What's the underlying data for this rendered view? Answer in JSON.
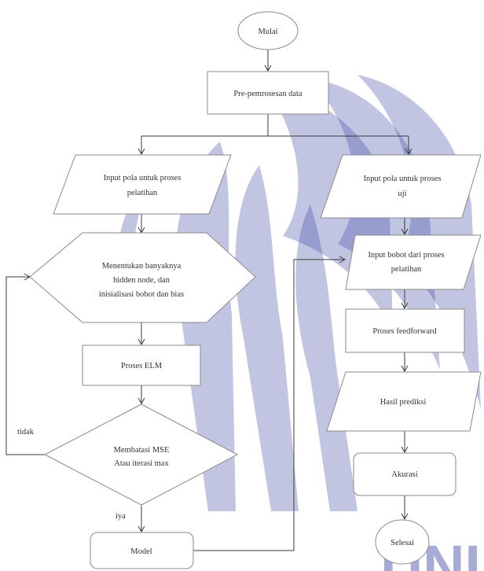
{
  "watermark": {
    "color": "#3e4aa6",
    "text": "UNI"
  },
  "nodes": {
    "start": "Mulai",
    "preprocess": "Pre-pemrosesan data",
    "input_train": [
      "Input pola untuk proses",
      "pelatihan"
    ],
    "hidden_node": [
      "Menentukan banyaknya",
      "hidden node, dan",
      "inisialisasi bobot dan bias"
    ],
    "elm": "Proses ELM",
    "decision": [
      "Membatasi MSE",
      "Atau iterasi max"
    ],
    "model": "Model",
    "input_test": [
      "Input pola untuk proses",
      "uji"
    ],
    "input_weights": [
      "Input bobot dari proses",
      "pelatihan"
    ],
    "feedforward": "Proses feedforward",
    "prediction": "Hasil prediksi",
    "accuracy": "Akurasi",
    "end": "Selesai"
  },
  "edges": {
    "no_label": "tidak",
    "yes_label": "iya"
  }
}
